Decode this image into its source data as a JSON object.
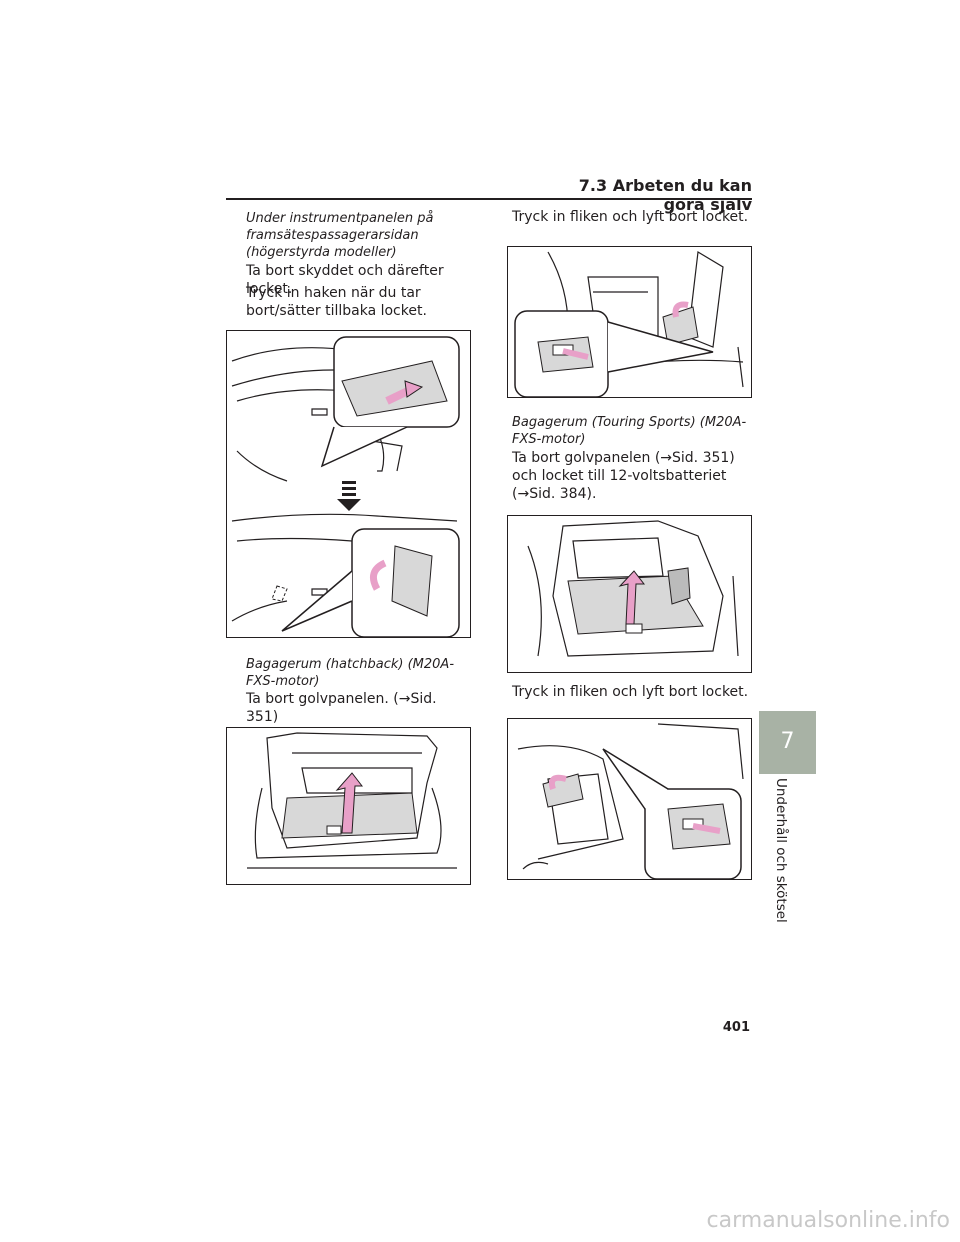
{
  "header": {
    "section_title": "7.3 Arbeten du kan göra själv"
  },
  "side_tab": {
    "chapter_number": "7",
    "chapter_title": "Underhåll och skötsel"
  },
  "left": {
    "s1_heading": "Under instrumentpanelen på framsätespassagerarsidan (högerstyrda modeller)",
    "s1_p1": "Ta bort skyddet och därefter locket.",
    "s1_p2": "Tryck in haken när du tar bort/sätter tillbaka locket.",
    "s2_heading": "Bagagerum (hatchback) (M20A-FXS-motor)",
    "s2_p1": "Ta bort golvpanelen. (→Sid. 351)"
  },
  "right": {
    "r1_p1": "Tryck in fliken och lyft bort locket.",
    "s3_heading": "Bagagerum (Touring Sports) (M20A-FXS-motor)",
    "s3_p1": "Ta bort golvpanelen (→Sid. 351) och locket till 12-voltsbatteriet (→Sid. 384).",
    "r2_p1": "Tryck in fliken och lyft bort locket."
  },
  "footer": {
    "page_number": "401",
    "watermark": "carmanualsonline.info"
  },
  "colors": {
    "arrow_pink": "#e8a0c8",
    "tab_gray": "#a8b2a5",
    "panel_fill": "#d8d8d8"
  }
}
